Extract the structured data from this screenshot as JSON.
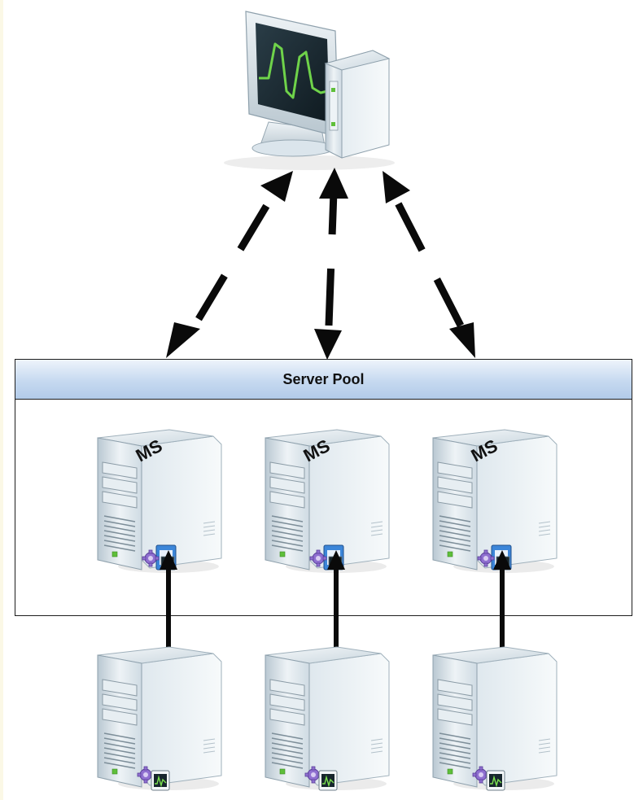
{
  "pool": {
    "title": "Server Pool"
  },
  "pool_servers": [
    {
      "label": "MS"
    },
    {
      "label": "MS"
    },
    {
      "label": "MS"
    }
  ],
  "colors": {
    "arrow": "#0a0a0a",
    "pool_header": "#c6d9f0",
    "server_body": "#dfe9f0",
    "monitor_screen": "#1b2a33",
    "waveform": "#6fd34a"
  },
  "icons": {
    "monitor": "monitoring-console-icon",
    "server": "tower-server-icon",
    "agent": "monitor-agent-icon"
  }
}
